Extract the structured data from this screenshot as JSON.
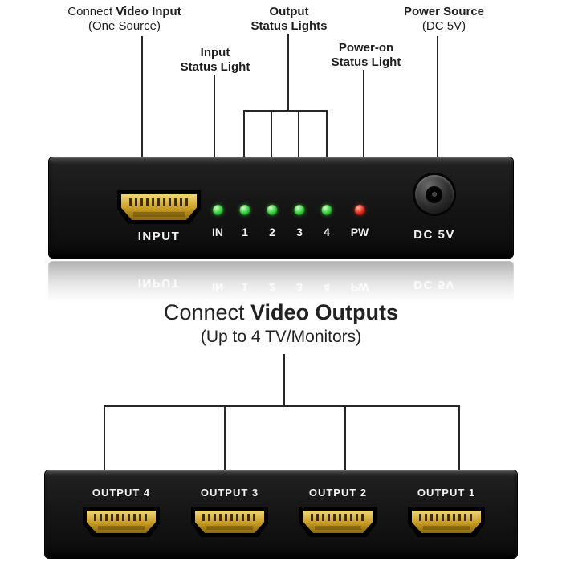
{
  "annotations": {
    "video_input": {
      "prefix": "Connect ",
      "bold": "Video Input",
      "sub": "(One Source)"
    },
    "input_status": {
      "line1": "Input",
      "line2": "Status Light"
    },
    "output_status": {
      "line1": "Output",
      "line2": "Status Lights"
    },
    "power_on": {
      "line1": "Power-on",
      "line2": "Status Light"
    },
    "power_source": {
      "line1": "Power Source",
      "line2": "(DC 5V)"
    }
  },
  "front_panel": {
    "input_label": "INPUT",
    "leds": [
      {
        "label": "IN",
        "color": "green"
      },
      {
        "label": "1",
        "color": "green"
      },
      {
        "label": "2",
        "color": "green"
      },
      {
        "label": "3",
        "color": "green"
      },
      {
        "label": "4",
        "color": "green"
      },
      {
        "label": "PW",
        "color": "red"
      }
    ],
    "dc_label": "DC 5V"
  },
  "outputs_heading": {
    "prefix": "Connect ",
    "bold": "Video Outputs",
    "sub": "(Up to 4 TV/Monitors)"
  },
  "back_panel": {
    "ports": [
      "OUTPUT 4",
      "OUTPUT 3",
      "OUTPUT 2",
      "OUTPUT 1"
    ]
  },
  "colors": {
    "led_green": "#33cc3a",
    "led_red": "#e02818",
    "hdmi_gold": "#c79c22",
    "text_dark": "#1e1e1e",
    "line": "#262626"
  }
}
